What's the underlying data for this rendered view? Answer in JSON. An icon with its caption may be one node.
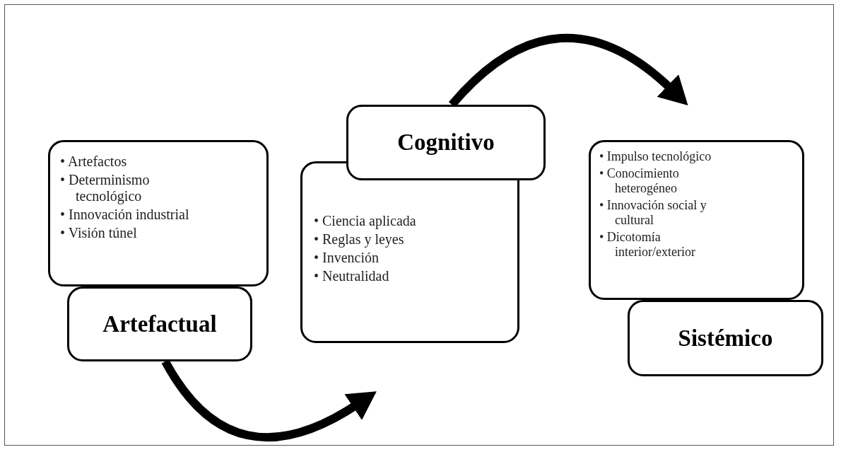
{
  "diagram": {
    "nodes": [
      {
        "text": [
          "• Artefactos",
          "• Determinismo tecnológico",
          "• Innovación industrial",
          "• Visión túnel"
        ]
      },
      {
        "text": [
          "Artefactual"
        ]
      },
      {
        "text": [
          "Cognitivo"
        ]
      },
      {
        "text": [
          "• Ciencia aplicada",
          "• Reglas y leyes",
          "• Invención",
          "• Neutralidad"
        ]
      },
      {
        "text": [
          "• Impulso tecnológico",
          "• Conocimiento heterogéneo",
          "• Innovación social y cultural",
          "• Dicotomía interior/exterior"
        ]
      },
      {
        "text": [
          "Sistémico"
        ]
      }
    ],
    "edges": [
      {
        "from": 1,
        "to": null,
        "arrow": "to"
      },
      {
        "from": 2,
        "to": null,
        "arrow": "to"
      }
    ]
  }
}
